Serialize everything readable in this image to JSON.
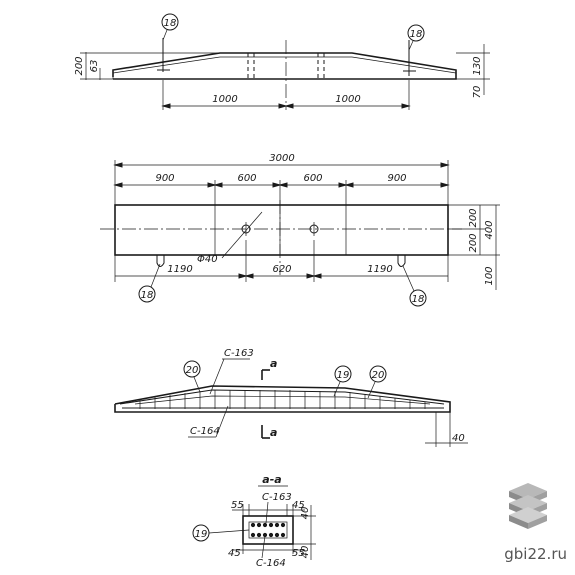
{
  "view1": {
    "dims": {
      "left_span": "1000",
      "right_span": "1000",
      "h_left_total": "200",
      "h_left_end": "63",
      "h_right_top": "130",
      "h_right_bottom": "70"
    },
    "callouts": {
      "left": "18",
      "right": "18"
    }
  },
  "view2": {
    "dims": {
      "overall": "3000",
      "seg1": "900",
      "seg2": "600",
      "seg3": "600",
      "seg4": "900",
      "bottom_left": "1190",
      "bottom_mid": "620",
      "bottom_right": "1190",
      "h_top": "200",
      "h_bottom": "200",
      "h_total": "400",
      "h_extra": "100"
    },
    "hole_label": "Φ40",
    "callouts": {
      "left": "18",
      "right": "18"
    }
  },
  "view3": {
    "labels": {
      "c163": "C-163",
      "c164": "C-164",
      "section_top": "a",
      "section_bottom": "a",
      "dim_end": "40"
    },
    "callouts": {
      "c20_left": "20",
      "c19": "19",
      "c20_right": "20"
    }
  },
  "section": {
    "title": "a-a",
    "labels": {
      "c163": "C-163",
      "c164": "C-164"
    },
    "dims": {
      "top_left": "55",
      "top_right": "45",
      "bottom_left": "45",
      "bottom_right": "55",
      "right_top": "40",
      "right_bottom": "40"
    },
    "callout": "19"
  },
  "watermark": {
    "text": "gbi22.ru"
  }
}
